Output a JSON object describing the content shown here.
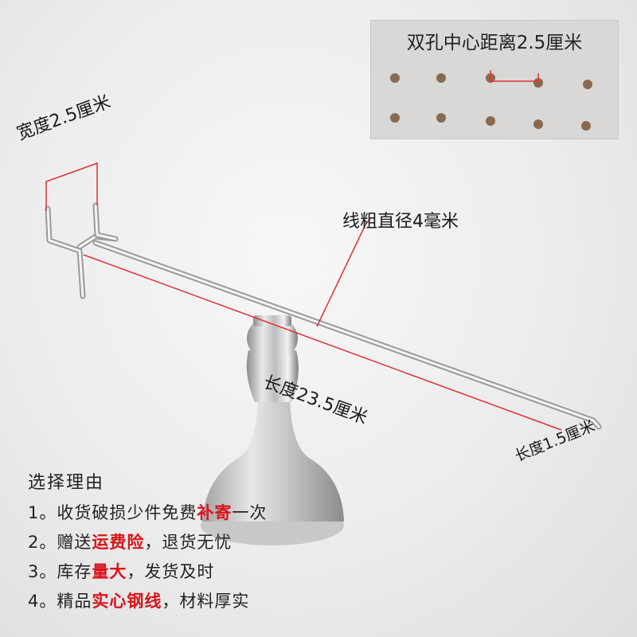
{
  "inset": {
    "title": "双孔中心距离2.5厘米"
  },
  "annotations": {
    "width": "宽度2.5厘米",
    "wire_diameter": "线粗直径4毫米",
    "length_main": "长度23.5厘米",
    "length_tip": "长度1.5厘米"
  },
  "reasons": {
    "title": "选择理由",
    "items": [
      {
        "num": "1。",
        "pre": "收货破损少件免费",
        "hl": "补寄",
        "post": "一次"
      },
      {
        "num": "2。",
        "pre": "赠送",
        "hl": "运费险",
        "post": "，退货无忧"
      },
      {
        "num": "3。",
        "pre": "库存",
        "hl": "量大",
        "post": "，发货及时"
      },
      {
        "num": "4。",
        "pre": "精品",
        "hl": "实心钢线",
        "post": "，材料厚实"
      }
    ]
  },
  "colors": {
    "accent_red": "#d8141c",
    "dimension_line": "#e0303a"
  }
}
